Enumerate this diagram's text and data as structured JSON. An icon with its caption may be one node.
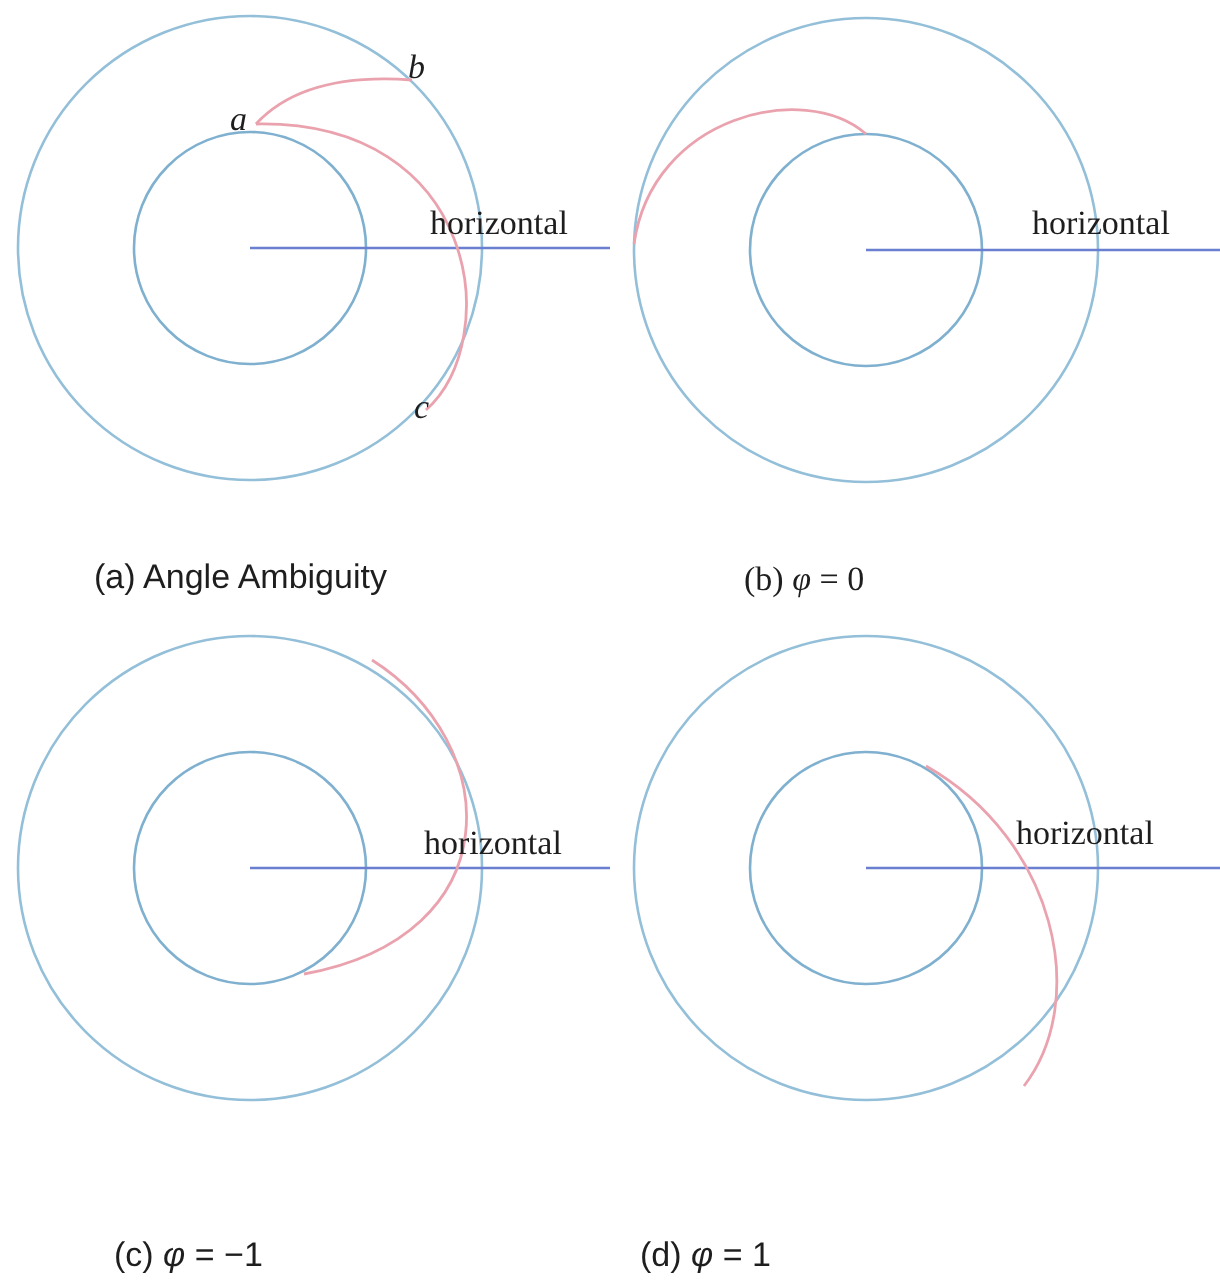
{
  "diagram": {
    "labels": [
      "b",
      "a",
      "horizontal",
      "horizontal",
      "c",
      "(a) Angle Ambiguity",
      "(b) *φ* = 0",
      "horizontal",
      "horizontal",
      "(c)  *φ* = −1",
      "(d)  *φ* = 1"
    ]
  }
}
